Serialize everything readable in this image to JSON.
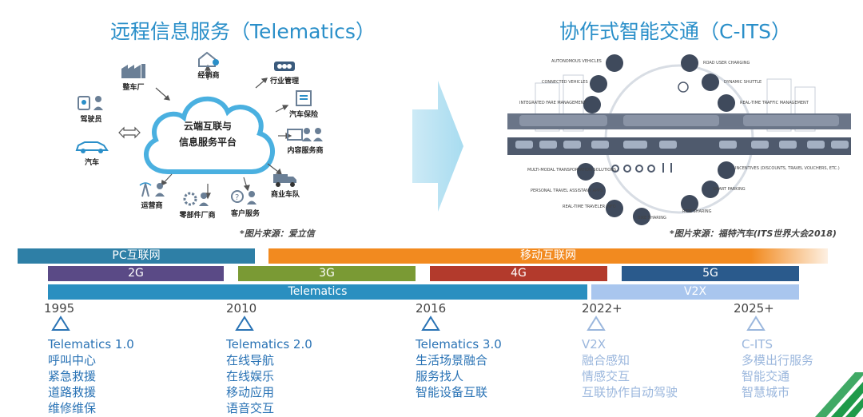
{
  "left_panel": {
    "title": "远程信息服务（Telematics）",
    "cloud_label_line1": "云端互联与",
    "cloud_label_line2": "信息服务平台",
    "nodes": [
      {
        "key": "oem",
        "label": "整车厂",
        "icon": "factory-icon"
      },
      {
        "key": "dealer",
        "label": "经销商",
        "icon": "house-icon"
      },
      {
        "key": "industry",
        "label": "行业管理",
        "icon": "traffic-light-icon"
      },
      {
        "key": "insurance",
        "label": "汽车保险",
        "icon": "insurance-icon"
      },
      {
        "key": "content",
        "label": "内容服务商",
        "icon": "content-provider-icon"
      },
      {
        "key": "fleet",
        "label": "商业车队",
        "icon": "truck-icon"
      },
      {
        "key": "customer",
        "label": "客户服务",
        "icon": "customer-service-icon"
      },
      {
        "key": "parts",
        "label": "零部件厂商",
        "icon": "parts-icon"
      },
      {
        "key": "operator",
        "label": "运营商",
        "icon": "antenna-icon"
      },
      {
        "key": "driver",
        "label": "驾驶员",
        "icon": "driver-icon"
      },
      {
        "key": "car",
        "label": "汽车",
        "icon": "car-icon"
      }
    ],
    "source": "*图片来源：爱立信"
  },
  "right_panel": {
    "title": "协作式智能交通（C-ITS）",
    "source": "*图片来源：福特汽车(ITS世界大会2018)",
    "bubble_labels": [
      "AUTONOMOUS VEHICLES",
      "CONNECTED VEHICLES",
      "INTEGRATED FARE MANAGEMENT",
      "ROAD USER CHARGING",
      "DYNAMIC SHUTTLE",
      "REAL-TIME TRAFFIC MANAGEMENT",
      "MULTI-MODAL TRANSPORTATION SOLUTIONS",
      "PERSONAL TRAVEL ASSISTANT APPS",
      "REAL-TIME TRAVELER INFO",
      "BIKE SHARING",
      "RIDE SHARING",
      "SMART PARKING",
      "INCENTIVES (DISCOUNTS, TRAVEL VOUCHERS, ETC.)"
    ]
  },
  "timeline": {
    "network_bars": [
      {
        "label": "PC互联网",
        "color": "#2e7fa6"
      },
      {
        "label": "移动互联网",
        "color": "#f28a1f"
      }
    ],
    "gen_bars": [
      {
        "label": "2G",
        "color": "#5a4a86"
      },
      {
        "label": "3G",
        "color": "#7a9a34"
      },
      {
        "label": "4G",
        "color": "#b33a2c"
      },
      {
        "label": "5G",
        "color": "#2a5a8c"
      }
    ],
    "tech_bars": [
      {
        "label": "Telematics",
        "color": "#2a8fc0"
      },
      {
        "label": "V2X",
        "color": "#a9c6ee"
      }
    ],
    "milestones": [
      {
        "year": "1995",
        "title": "Telematics 1.0",
        "items": [
          "呼叫中心",
          "紧急救援",
          "道路救援",
          "维修维保"
        ]
      },
      {
        "year": "2010",
        "title": "Telematics 2.0",
        "items": [
          "在线导航",
          "在线娱乐",
          "移动应用",
          "语音交互"
        ]
      },
      {
        "year": "2016",
        "title": "Telematics 3.0",
        "items": [
          "生活场景融合",
          "服务找人",
          "智能设备互联"
        ]
      },
      {
        "year": "2022+",
        "title": "V2X",
        "items": [
          "融合感知",
          "情感交互",
          "互联协作自动驾驶"
        ]
      },
      {
        "year": "2025+",
        "title": "C-ITS",
        "items": [
          "多模出行服务",
          "智能交通",
          "智慧城市"
        ]
      }
    ]
  },
  "colors": {
    "accent": "#2a8fc9",
    "milestone_active": "#2a73b5",
    "milestone_future": "#9bb7dd",
    "arrow": "#bfe4f2",
    "logo_green": "#1f9a4a"
  }
}
